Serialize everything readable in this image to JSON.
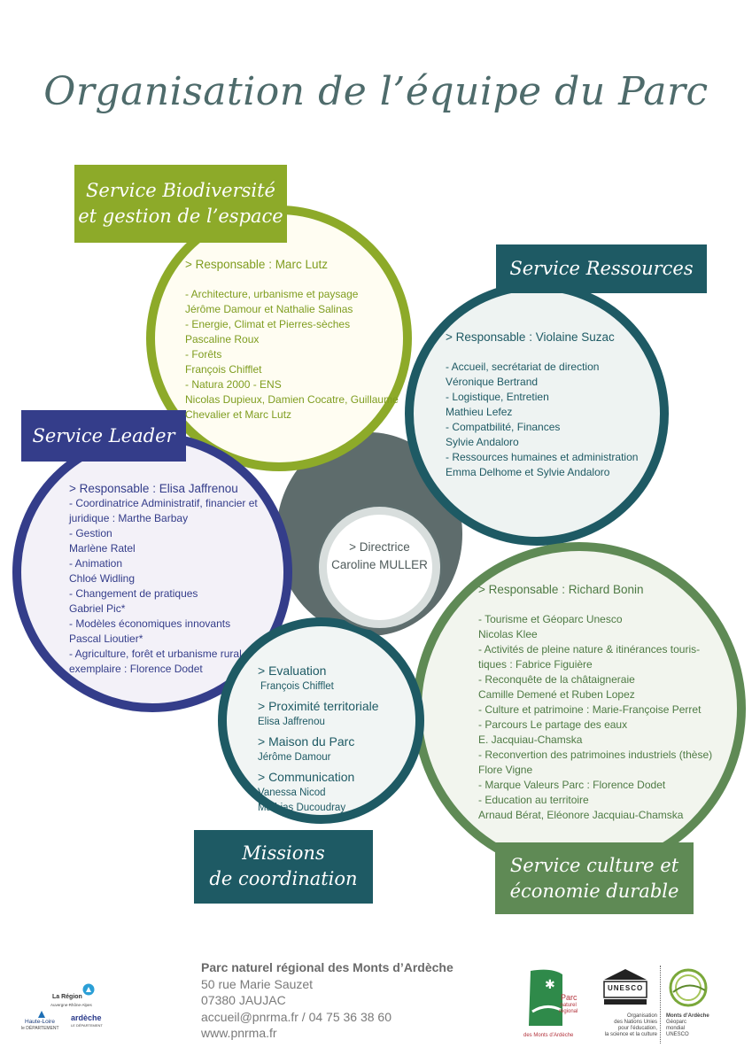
{
  "title": "Organisation de l’équipe du Parc",
  "biodiversite": {
    "banner": [
      "Service Biodiversité",
      "et gestion de l’espace"
    ],
    "responsable": "> Responsable : Marc Lutz",
    "lines": [
      "- Architecture, urbanisme et paysage",
      "Jérôme Damour et Nathalie Salinas",
      "- Energie, Climat et Pierres-sèches",
      "Pascaline Roux",
      "- Forêts",
      "François Chifflet",
      "- Natura 2000 - ENS",
      "Nicolas Dupieux, Damien Cocatre, Guillaume",
      "Chevalier et Marc Lutz"
    ]
  },
  "ressources": {
    "banner": "Service Ressources",
    "responsable": "> Responsable : Violaine Suzac",
    "lines": [
      "- Accueil, secrétariat de direction",
      "Véronique Bertrand",
      "- Logistique, Entretien",
      "Mathieu Lefez",
      "- Compatbilité, Finances",
      "Sylvie Andaloro",
      "- Ressources humaines et administration",
      "Emma Delhome et Sylvie Andaloro"
    ]
  },
  "leader": {
    "banner": "Service Leader",
    "responsable": "> Responsable : Elisa Jaffrenou",
    "lines": [
      "- Coordinatrice Administratif, financier et",
      "juridique : Marthe Barbay",
      "- Gestion",
      "Marlène Ratel",
      "- Animation",
      "Chloé Widling",
      "- Changement de pratiques",
      "Gabriel Pic*",
      "- Modèles économiques innovants",
      "Pascal Lioutier*",
      "- Agriculture, forêt et urbanisme rural",
      "exemplaire : Florence Dodet"
    ]
  },
  "direction": {
    "line1": "> Directrice",
    "line2": "Caroline MULLER"
  },
  "culture": {
    "banner": [
      "Service culture et",
      "économie durable"
    ],
    "responsable": "> Responsable : Richard Bonin",
    "lines": [
      "- Tourisme et Géoparc Unesco",
      "Nicolas Klee",
      "- Activités de pleine nature & itinérances touris-",
      "tiques : Fabrice Figuière",
      "- Reconquête de la châtaigneraie",
      "Camille Demené et Ruben Lopez",
      "- Culture et patrimoine : Marie-Françoise Perret",
      "- Parcours Le partage des eaux",
      "E. Jacquiau-Chamska",
      "- Reconvertion des patrimoines industriels (thèse)",
      "Flore Vigne",
      "- Marque Valeurs Parc : Florence Dodet",
      "- Education au territoire",
      "Arnaud Bérat, Eléonore Jacquiau-Chamska"
    ]
  },
  "missions": {
    "banner": [
      "Missions",
      "de coordination"
    ],
    "items": [
      {
        "label": "> Evaluation",
        "names": "François Chifflet"
      },
      {
        "label": "> Proximité territoriale",
        "names": "Elisa Jaffrenou"
      },
      {
        "label": "> Maison du Parc",
        "names": "Jérôme Damour"
      },
      {
        "label": "> Communication",
        "names": "Vanessa Nicod"
      }
    ],
    "extra": "Mathias Ducoudray"
  },
  "footer": {
    "org": "Parc naturel régional des Monts d’Ardèche",
    "address1": "50 rue Marie Sauzet",
    "address2": "07380 JAUJAC",
    "contact": "accueil@pnrma.fr / 04 75 36 38 60",
    "web": "www.pnrma.fr"
  },
  "logos": {
    "region": "La Région",
    "region_sub": "Auvergne-Rhône-Alpes",
    "haute_loire": "Haute-Loire",
    "haute_loire_sub": "le DÉPARTEMENT",
    "ardeche": "ardèche",
    "ardeche_sub": "LE DÉPARTEMENT",
    "parc": [
      "Parc",
      "naturel",
      "régional",
      "des Monts d’Ardèche"
    ],
    "unesco": "UNESCO",
    "unesco_text": [
      "Organisation",
      "des Nations Unies",
      "pour l’éducation,",
      "la science et la culture"
    ],
    "geoparc": [
      "Monts d’Ardèche",
      "Géoparc",
      "mondial",
      "UNESCO"
    ]
  },
  "colors": {
    "green": "#8daa29",
    "teal": "#1e5a64",
    "navy": "#343d8a",
    "olive": "#5f8a55",
    "hub": "#5e6c6c"
  }
}
